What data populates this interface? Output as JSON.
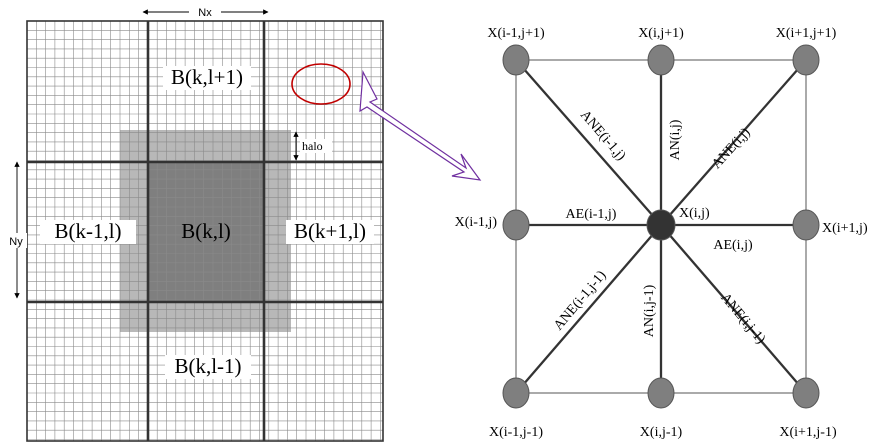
{
  "grid": {
    "nx_label": "Nx",
    "ny_label": "Ny",
    "halo_label": "halo",
    "blocks": {
      "top": "B(k,l+1)",
      "left": "B(k-1,l)",
      "center": "B(k,l)",
      "right": "B(k+1,l)",
      "bottom": "B(k,l-1)"
    },
    "colors": {
      "halo_region": "#b8b8b8",
      "center_block": "#7f7f7f",
      "highlight_ellipse": "#c00000",
      "pointer_arrow": "#7030a0"
    }
  },
  "stencil": {
    "nodes": {
      "tl": "X(i-1,j+1)",
      "tm": "X(i,j+1)",
      "tr": "X(i+1,j+1)",
      "ml": "X(i-1,j)",
      "c": "X(i,j)",
      "mr": "X(i+1,j)",
      "bl": "X(i-1,j-1)",
      "bm": "X(i,j-1)",
      "br": "X(i+1,j-1)"
    },
    "edges": {
      "ne_tl": "ANE(i-1,j)",
      "n_top": "AN(i,j)",
      "ne_tr": "ANE(i,j)",
      "e_left": "AE(i-1,j)",
      "e_right": "AE(i,j)",
      "ne_bl": "ANE(i-1,j-1)",
      "n_bottom": "AN(i,j-1)",
      "ne_br": "ANE(i,j-1)"
    },
    "colors": {
      "node_fill": "#7f7f7f",
      "center_fill": "#333333"
    }
  }
}
